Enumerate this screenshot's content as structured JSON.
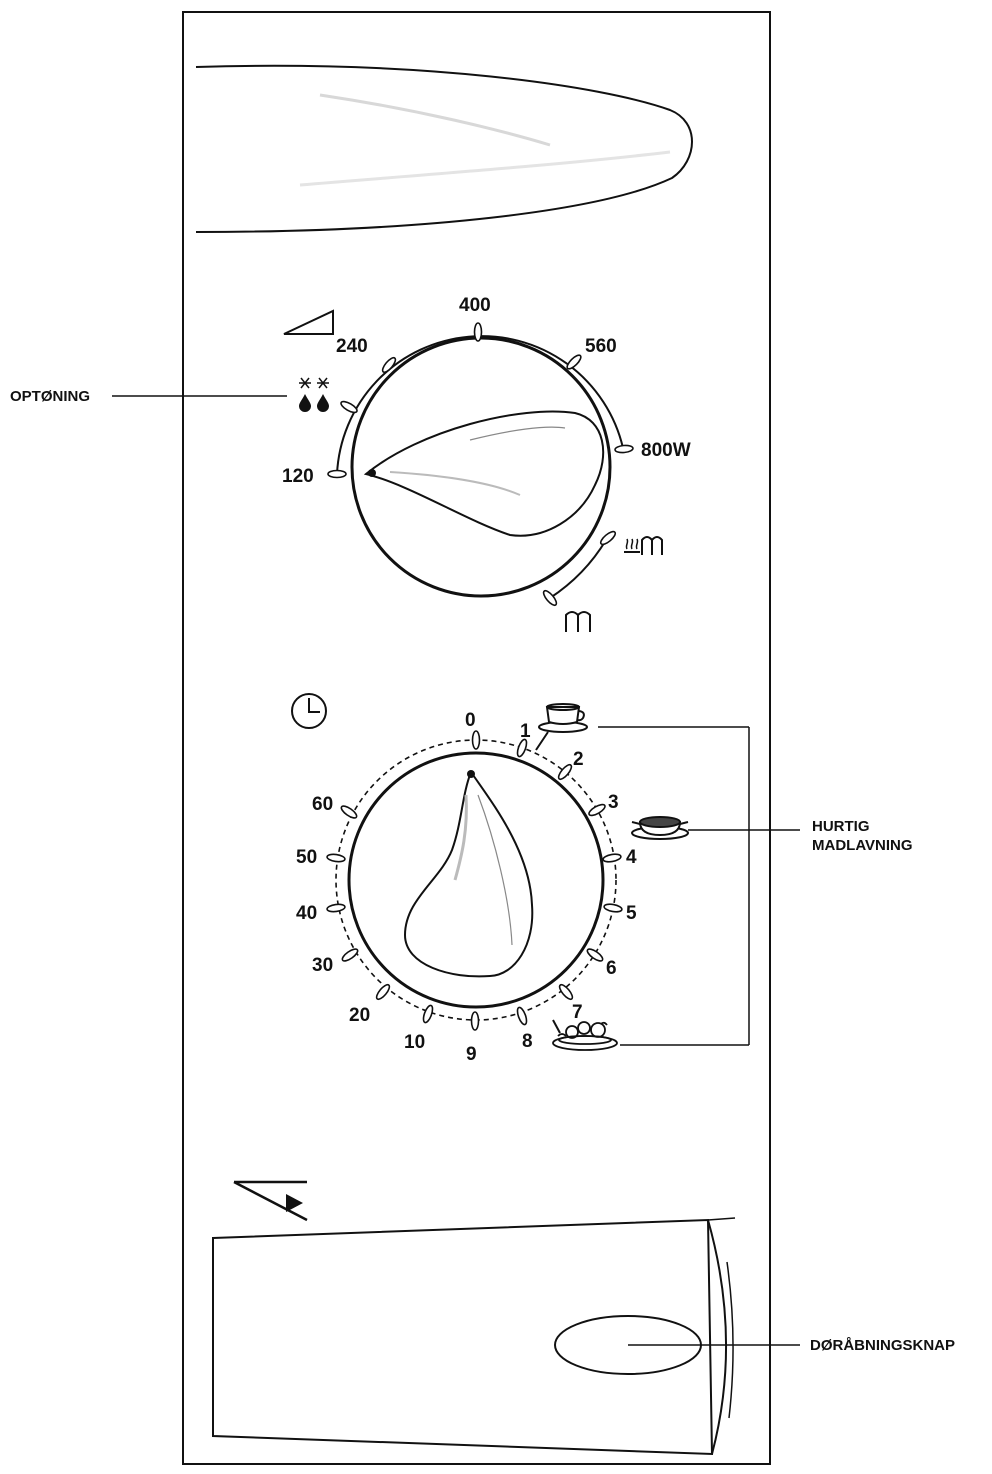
{
  "power_dial": {
    "labels": [
      "120",
      "240",
      "400",
      "560",
      "800W"
    ],
    "defrost_icon": "defrost-snowflake-drops-icon",
    "grill_combi_icon": "grill-combi-icon",
    "grill_icon": "grill-icon",
    "power_icon": "power-triangle-icon"
  },
  "timer_dial": {
    "labels": [
      "0",
      "1",
      "2",
      "3",
      "4",
      "5",
      "6",
      "7",
      "8",
      "9",
      "10",
      "20",
      "30",
      "40",
      "50",
      "60"
    ],
    "clock_icon": "clock-icon",
    "cup_icon": "cup-icon",
    "bowl_icon": "soup-bowl-icon",
    "plate_icon": "food-plate-icon"
  },
  "callouts": {
    "defrost": "OPTØNING",
    "quick_cook_line1": "HURTIG",
    "quick_cook_line2": "MADLAVNING",
    "door_button": "DØRÅBNINGSKNAP"
  },
  "door_icon": "door-open-icon"
}
